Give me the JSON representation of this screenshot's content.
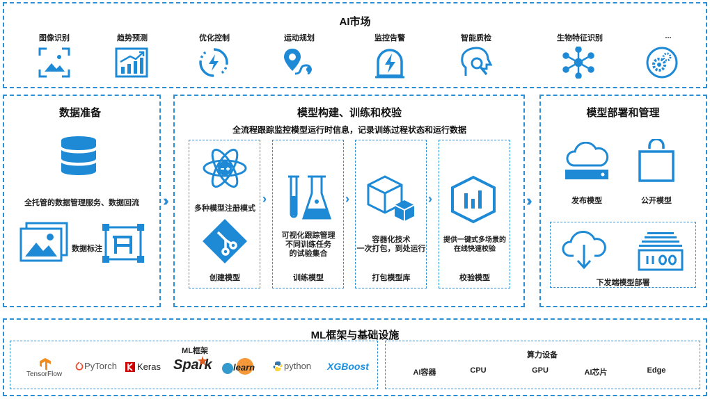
{
  "market": {
    "title": "AI市场",
    "items": [
      {
        "label": "图像识别",
        "icon": "image-recognition-icon"
      },
      {
        "label": "趋势预测",
        "icon": "trend-chart-icon"
      },
      {
        "label": "优化控制",
        "icon": "optimization-icon"
      },
      {
        "label": "运动规划",
        "icon": "route-planning-icon"
      },
      {
        "label": "监控告警",
        "icon": "alarm-icon"
      },
      {
        "label": "智能质检",
        "icon": "smart-inspection-icon"
      },
      {
        "label": "生物特征识别",
        "icon": "biometric-network-icon"
      },
      {
        "label": "...",
        "icon": "gears-icon"
      }
    ]
  },
  "data_prep": {
    "title": "数据准备",
    "desc": "全托管的数据管理服务、数据回流",
    "annotate": "数据标注"
  },
  "build": {
    "title": "模型构建、训练和校验",
    "subtitle": "全流程跟踪监控模型运行时信息，记录训练过程状态和运行数据",
    "col1_top": "多种模型注册模式",
    "col1_bottom": "创建模型",
    "col2_desc": [
      "可视化跟踪管理",
      "不同训练任务",
      "的试验集合"
    ],
    "col2_bottom": "训练模型",
    "col3_desc": [
      "容器化技术",
      "一次打包，到处运行"
    ],
    "col3_bottom": "打包模型库",
    "col4_desc": [
      "提供一键式多场景的",
      "在线快速校验"
    ],
    "col4_bottom": "校验模型"
  },
  "deploy": {
    "title": "模型部署和管理",
    "publish": "发布模型",
    "public": "公开模型",
    "edge": "下发端模型部署"
  },
  "infra": {
    "title": "ML框架与基础设施",
    "frameworks_title": "ML框架",
    "frameworks": [
      "TensorFlow",
      "PyTorch",
      "Keras",
      "Spark",
      "learn",
      "python",
      "XGBoost"
    ],
    "compute_title": "算力设备",
    "compute": [
      "AI容器",
      "CPU",
      "GPU",
      "AI芯片",
      "Edge"
    ]
  },
  "colors": {
    "accent": "#2b8fd6",
    "dark": "#1a6fb5"
  }
}
